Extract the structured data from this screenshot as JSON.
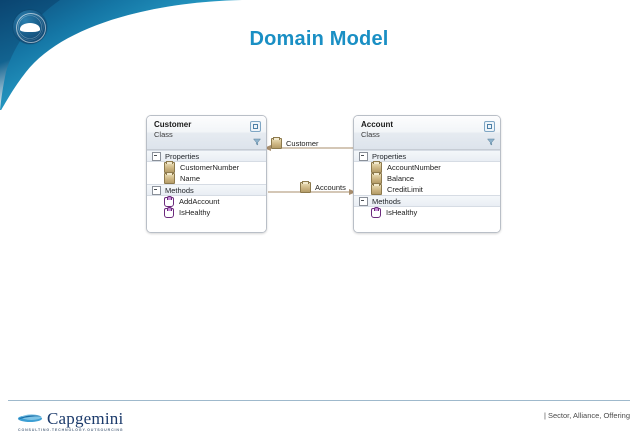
{
  "slide": {
    "title": "Domain Model",
    "title_color": "#1a8fc4",
    "background": "#ffffff"
  },
  "brand": {
    "banner_color_dark": "#0d4f7d",
    "banner_color_light": "#2aa7d0",
    "badge_icon": "capgemini-seal-icon"
  },
  "diagram": {
    "classes": [
      {
        "name": "Customer",
        "kind": "Class",
        "corner_icon": "collapse-icon",
        "filter_icon": "funnel-icon",
        "sections": [
          {
            "label": "Properties",
            "expander": "minus-icon",
            "members": [
              {
                "label": "CustomerNumber",
                "icon": "property-icon"
              },
              {
                "label": "Name",
                "icon": "property-icon"
              }
            ]
          },
          {
            "label": "Methods",
            "expander": "minus-icon",
            "members": [
              {
                "label": "AddAccount",
                "icon": "method-icon"
              },
              {
                "label": "IsHealthy",
                "icon": "method-icon"
              }
            ]
          }
        ]
      },
      {
        "name": "Account",
        "kind": "Class",
        "corner_icon": "collapse-icon",
        "filter_icon": "funnel-icon",
        "sections": [
          {
            "label": "Properties",
            "expander": "minus-icon",
            "members": [
              {
                "label": "AccountNumber",
                "icon": "property-icon"
              },
              {
                "label": "Balance",
                "icon": "property-icon"
              },
              {
                "label": "CreditLimit",
                "icon": "property-icon"
              }
            ]
          },
          {
            "label": "Methods",
            "expander": "minus-icon",
            "members": [
              {
                "label": "IsHealthy",
                "icon": "method-icon"
              }
            ]
          }
        ]
      }
    ],
    "associations": [
      {
        "label": "Customer",
        "icon": "property-icon",
        "direction": "left"
      },
      {
        "label": "Accounts",
        "icon": "property-icon",
        "direction": "right"
      }
    ],
    "connector_color": "#a98f6e"
  },
  "footer": {
    "logo_word": "Capgemini",
    "logo_tagline": "CONSULTING.TECHNOLOGY.OUTSOURCING",
    "logo_mark_icon": "capgemini-swoosh-icon",
    "right_text": "| Sector, Alliance, Offering"
  }
}
